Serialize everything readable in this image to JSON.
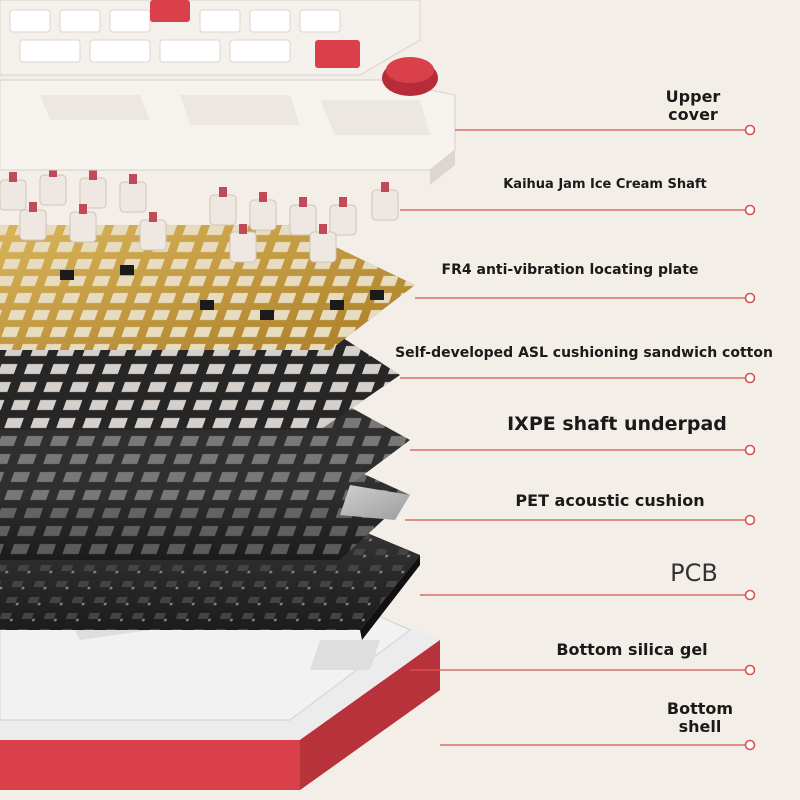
{
  "labels": {
    "upper_cover": [
      "Upper",
      "cover"
    ],
    "switch": "Kaihua Jam Ice Cream Shaft",
    "plate": "FR4 anti-vibration locating plate",
    "asl": "Self-developed ASL cushioning sandwich cotton",
    "ixpe": "IXPE shaft underpad",
    "pet": "PET acoustic cushion",
    "pcb": "PCB",
    "silica": "Bottom silica gel",
    "bottom_shell": [
      "Bottom",
      "shell"
    ]
  },
  "colors": {
    "background": "#f3eee8",
    "leader_line": "#d9534f",
    "case_white": "#f4f1ec",
    "accent_red": "#d9404a",
    "plate_gold": "#c9a040",
    "dark_layer": "#2b2b2b"
  }
}
